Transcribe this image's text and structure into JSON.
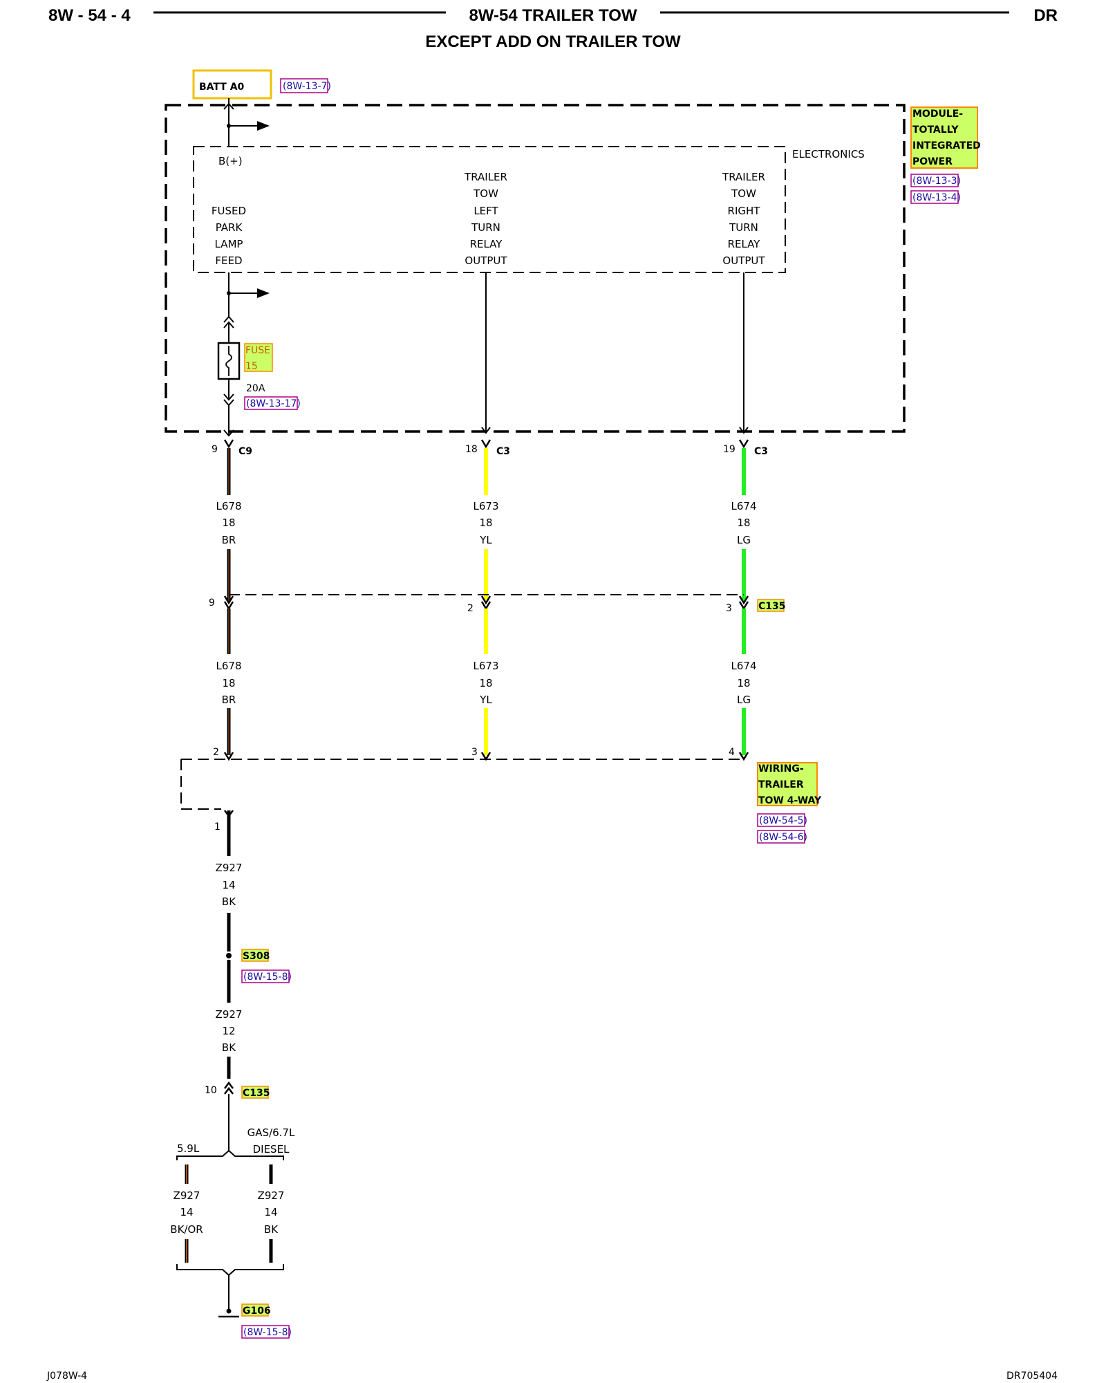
{
  "header": {
    "page_left": "8W - 54 - 4",
    "title": "8W-54 TRAILER TOW",
    "page_right": "DR",
    "subtitle": "EXCEPT ADD ON TRAILER TOW"
  },
  "battery": {
    "label": "BATT A0",
    "ref": "(8W-13-7)"
  },
  "module": {
    "name_lines": [
      "MODULE-",
      "TOTALLY",
      "INTEGRATED",
      "POWER"
    ],
    "refs": [
      "(8W-13-3)",
      "(8W-13-4)"
    ],
    "electronics_label": "ELECTRONICS",
    "bplus": "B(+)",
    "feed_lines": [
      "FUSED",
      "PARK",
      "LAMP",
      "FEED"
    ],
    "left_lines": [
      "TRAILER",
      "TOW",
      "LEFT",
      "TURN",
      "RELAY",
      "OUTPUT"
    ],
    "right_lines": [
      "TRAILER",
      "TOW",
      "RIGHT",
      "TURN",
      "RELAY",
      "OUTPUT"
    ]
  },
  "fuse": {
    "lines": [
      "FUSE",
      "15"
    ],
    "rating": "20A",
    "ref": "(8W-13-17)"
  },
  "top_connectors": [
    {
      "pin": "9",
      "name": "C9"
    },
    {
      "pin": "18",
      "name": "C3"
    },
    {
      "pin": "19",
      "name": "C3"
    }
  ],
  "wires_upper": [
    {
      "circuit": "L678",
      "gauge": "18",
      "color": "BR"
    },
    {
      "circuit": "L673",
      "gauge": "18",
      "color": "YL"
    },
    {
      "circuit": "L674",
      "gauge": "18",
      "color": "LG"
    }
  ],
  "c135": {
    "name": "C135",
    "pins": [
      "9",
      "2",
      "3"
    ]
  },
  "wires_lower": [
    {
      "circuit": "L678",
      "gauge": "18",
      "color": "BR"
    },
    {
      "circuit": "L673",
      "gauge": "18",
      "color": "YL"
    },
    {
      "circuit": "L674",
      "gauge": "18",
      "color": "LG"
    }
  ],
  "trailer_wiring": {
    "pins": [
      "2",
      "3",
      "4"
    ],
    "name_lines": [
      "WIRING-",
      "TRAILER",
      "TOW 4-WAY"
    ],
    "refs": [
      "(8W-54-5)",
      "(8W-54-6)"
    ],
    "ground_pin": "1"
  },
  "ground_wire_1": {
    "circuit": "Z927",
    "gauge": "14",
    "color": "BK"
  },
  "splice": {
    "name": "S308",
    "ref": "(8W-15-8)"
  },
  "ground_wire_2": {
    "circuit": "Z927",
    "gauge": "12",
    "color": "BK"
  },
  "c135_lower": {
    "pin": "10",
    "name": "C135"
  },
  "branches": {
    "left_label": "5.9L",
    "right_label_lines": [
      "GAS/6.7L",
      "DIESEL"
    ],
    "left_wire": {
      "circuit": "Z927",
      "gauge": "14",
      "color": "BK/OR"
    },
    "right_wire": {
      "circuit": "Z927",
      "gauge": "14",
      "color": "BK"
    }
  },
  "ground": {
    "name": "G106",
    "ref": "(8W-15-8)"
  },
  "footer": {
    "left": "J078W-4",
    "right": "DR705404"
  },
  "colors": {
    "brown": "#2a1a0a",
    "yellow": "#ffff00",
    "green": "#22ee22",
    "highlight": "#ccff66",
    "highlight_border": "#ff8800",
    "ref_border": "#aa0088"
  }
}
